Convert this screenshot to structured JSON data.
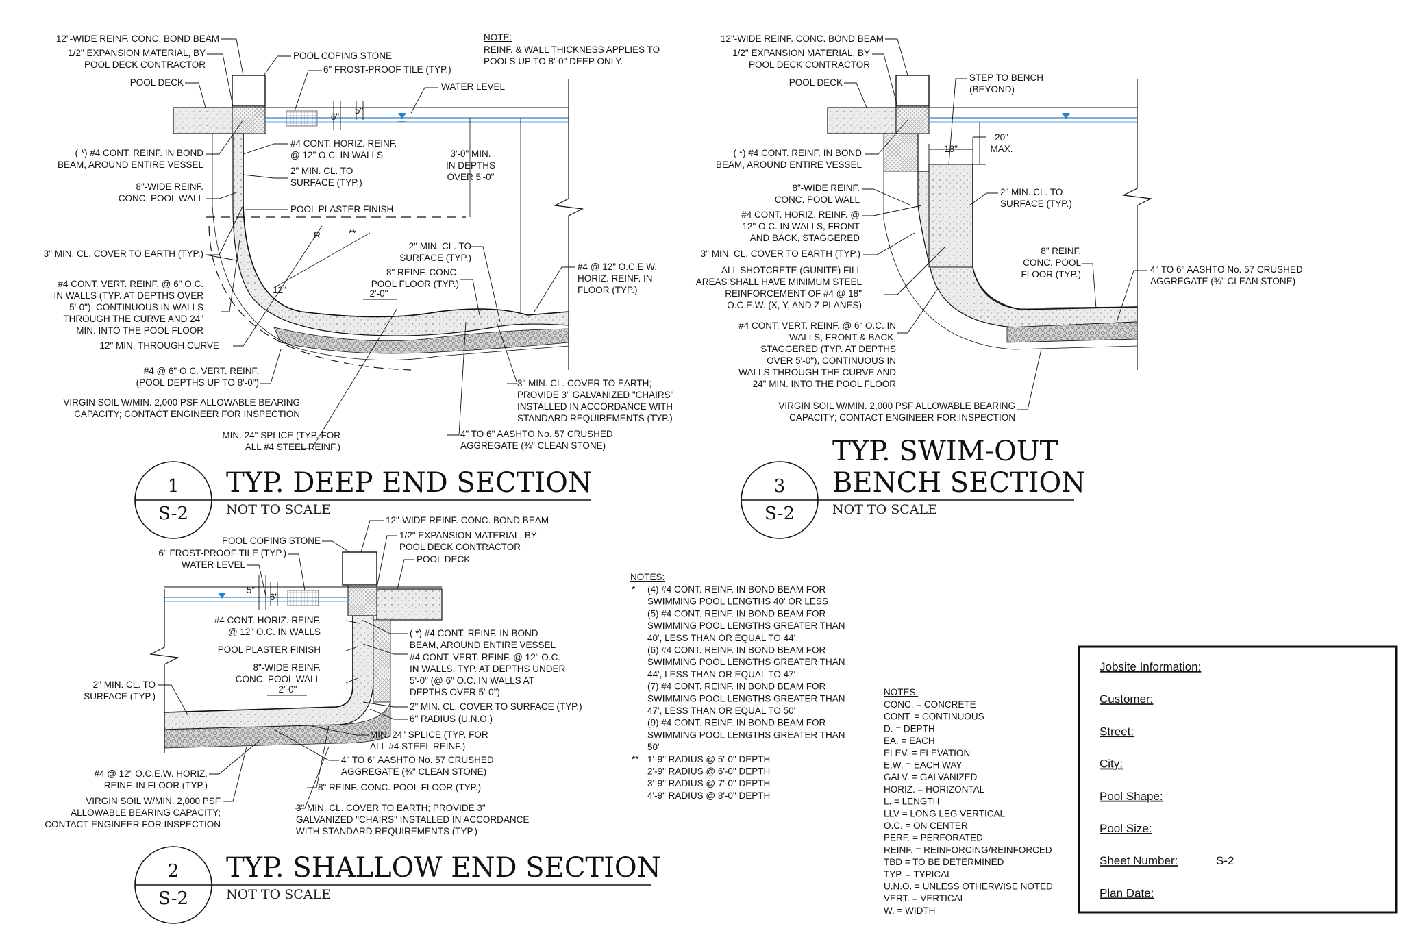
{
  "sections": {
    "deep": {
      "title": "TYP. DEEP END SECTION",
      "scale": "NOT TO SCALE",
      "detail_number": "1",
      "sheet_ref": "S-2",
      "note_heading": "NOTE:",
      "note_lines": [
        "REINF. & WALL THICKNESS APPLIES TO",
        "POOLS UP TO 8'-0\" DEEP ONLY."
      ],
      "labels": {
        "bond_beam": "12\"-WIDE REINF. CONC. BOND BEAM",
        "expansion_1": "1/2\" EXPANSION MATERIAL, BY",
        "expansion_2": "POOL DECK CONTRACTOR",
        "pool_deck": "POOL DECK",
        "coping": "POOL COPING STONE",
        "tile": "6\" FROST-PROOF TILE (TYP.)",
        "water_level": "WATER LEVEL",
        "bond_reinf_1": "(   *) #4 CONT. REINF. IN BOND",
        "bond_reinf_2": "BEAM, AROUND ENTIRE VESSEL",
        "horiz_1": "#4 CONT. HORIZ. REINF.",
        "horiz_2": "@ 12\" O.C. IN WALLS",
        "min_cl_1": "2\" MIN. CL. TO",
        "min_cl_2": "SURFACE (TYP.)",
        "depth_1": "3'-0\" MIN.",
        "depth_2": "IN DEPTHS",
        "depth_3": "OVER 5'-0\"",
        "wall_1": "8\"-WIDE REINF.",
        "wall_2": "CONC. POOL WALL",
        "plaster": "POOL PLASTER FINISH",
        "cover_earth": "3\" MIN. CL. COVER TO EARTH (TYP.)",
        "floor_min_cl_1": "2\" MIN. CL. TO",
        "floor_min_cl_2": "SURFACE (TYP.)",
        "floor_1": "8\" REINF. CONC.",
        "floor_2": "POOL FLOOR (TYP.)",
        "floor_horiz_1": "#4 @ 12\" O.C.E.W.",
        "floor_horiz_2": "HORIZ. REINF. IN",
        "floor_horiz_3": "FLOOR (TYP.)",
        "vert_1": "#4 CONT. VERT. REINF. @ 6\" O.C.",
        "vert_2": "IN WALLS (TYP. AT DEPTHS OVER",
        "vert_3": "5'-0\"), CONTINUOUS IN WALLS",
        "vert_4": "THROUGH THE CURVE AND 24\"",
        "vert_5": "MIN. INTO THE POOL FLOOR",
        "curve_min": "12\" MIN. THROUGH CURVE",
        "vert6_1": "#4 @ 6\" O.C. VERT. REINF.",
        "vert6_2": "(POOL DEPTHS UP TO 8'-0\")",
        "soil_1": "VIRGIN SOIL W/MIN. 2,000 PSF ALLOWABLE BEARING",
        "soil_2": "CAPACITY; CONTACT ENGINEER FOR INSPECTION",
        "chairs_1": "3\" MIN. CL. COVER TO EARTH;",
        "chairs_2": "PROVIDE 3\" GALVANIZED \"CHAIRS\"",
        "chairs_3": "INSTALLED IN ACCORDANCE WITH",
        "chairs_4": "STANDARD REQUIREMENTS (TYP.)",
        "aggregate_1": "4\" TO 6\" AASHTO No. 57 CRUSHED",
        "aggregate_2": "AGGREGATE (¾\" CLEAN STONE)",
        "splice_1": "MIN. 24\" SPLICE (TYP. FOR",
        "splice_2": "ALL #4 STEEL REINF.)",
        "dim_6": "6\"",
        "dim_5": "5\"",
        "dim_2ft": "2'-0\"",
        "dim_12": "12\"",
        "radius": "R",
        "radius_note": "**"
      }
    },
    "bench": {
      "title_1": "TYP. SWIM-OUT",
      "title_2": "BENCH SECTION",
      "scale": "NOT TO SCALE",
      "detail_number": "3",
      "sheet_ref": "S-2",
      "labels": {
        "bond_beam": "12\"-WIDE REINF. CONC. BOND BEAM",
        "expansion_1": "1/2\" EXPANSION MATERIAL, BY",
        "expansion_2": "POOL DECK CONTRACTOR",
        "pool_deck": "POOL DECK",
        "step_1": "STEP TO BENCH",
        "step_2": "(BEYOND)",
        "bond_reinf_1": "(   *) #4 CONT. REINF. IN BOND",
        "bond_reinf_2": "BEAM, AROUND ENTIRE VESSEL",
        "dim_18": "18\"",
        "dim_20_1": "20\"",
        "dim_20_2": "MAX.",
        "wall_1": "8\"-WIDE REINF.",
        "wall_2": "CONC. POOL WALL",
        "min_cl_1": "2\" MIN. CL. TO",
        "min_cl_2": "SURFACE (TYP.)",
        "horiz_1": "#4 CONT. HORIZ. REINF. @",
        "horiz_2": "12\" O.C. IN WALLS, FRONT",
        "horiz_3": "AND BACK, STAGGERED",
        "cover_earth": "3\" MIN. CL. COVER TO EARTH (TYP.)",
        "floor_1": "8\" REINF.",
        "floor_2": "CONC. POOL",
        "floor_3": "FLOOR (TYP.)",
        "aggregate_1": "4\" TO 6\" AASHTO No. 57 CRUSHED",
        "aggregate_2": "AGGREGATE (¾\" CLEAN STONE)",
        "shotcrete_1": "ALL SHOTCRETE (GUNITE) FILL",
        "shotcrete_2": "AREAS SHALL HAVE MINIMUM STEEL",
        "shotcrete_3": "REINFORCEMENT OF #4 @ 18\"",
        "shotcrete_4": "O.C.E.W. (X, Y, AND Z PLANES)",
        "vert_1": "#4 CONT. VERT. REINF. @ 6\" O.C. IN",
        "vert_2": "WALLS, FRONT & BACK,",
        "vert_3": "STAGGERED (TYP. AT DEPTHS",
        "vert_4": "OVER 5'-0\"), CONTINUOUS IN",
        "vert_5": "WALLS THROUGH THE CURVE AND",
        "vert_6": "24\" MIN. INTO THE POOL FLOOR",
        "soil_1": "VIRGIN SOIL W/MIN. 2,000 PSF ALLOWABLE BEARING",
        "soil_2": "CAPACITY; CONTACT ENGINEER FOR INSPECTION"
      }
    },
    "shallow": {
      "title": "TYP. SHALLOW END SECTION",
      "scale": "NOT TO SCALE",
      "detail_number": "2",
      "sheet_ref": "S-2",
      "labels": {
        "bond_beam": "12\"-WIDE REINF. CONC. BOND BEAM",
        "coping": "POOL COPING STONE",
        "expansion_1": "1/2\" EXPANSION MATERIAL, BY",
        "expansion_2": "POOL DECK CONTRACTOR",
        "tile": "6\" FROST-PROOF TILE (TYP.)",
        "water_level": "WATER LEVEL",
        "pool_deck": "POOL DECK",
        "dim_5": "5\"",
        "dim_6": "6\"",
        "horiz_1": "#4 CONT. HORIZ. REINF.",
        "horiz_2": "@ 12\" O.C. IN WALLS",
        "bond_reinf_1": "(   *) #4 CONT. REINF. IN BOND",
        "bond_reinf_2": "BEAM, AROUND ENTIRE VESSEL",
        "plaster": "POOL PLASTER FINISH",
        "vert_1": "#4 CONT. VERT. REINF. @ 12\" O.C.",
        "vert_2": "IN WALLS, TYP. AT DEPTHS UNDER",
        "vert_3": "5'-0\" (@ 6\" O.C. IN WALLS AT",
        "vert_4": "DEPTHS OVER 5'-0\")",
        "wall_1": "8\"-WIDE REINF.",
        "wall_2": "CONC. POOL WALL",
        "min_cl_left_1": "2\" MIN. CL. TO",
        "min_cl_left_2": "SURFACE (TYP.)",
        "dim_2ft": "2'-0\"",
        "min_cl_right": "2\" MIN. CL. COVER TO SURFACE (TYP.)",
        "radius": "6\" RADIUS (U.N.O.)",
        "splice_1": "MIN. 24\" SPLICE (TYP. FOR",
        "splice_2": "ALL #4 STEEL REINF.)",
        "floor_horiz_1": "#4 @ 12\" O.C.E.W. HORIZ.",
        "floor_horiz_2": "REINF. IN FLOOR (TYP.)",
        "aggregate_1": "4\" TO 6\" AASHTO No. 57 CRUSHED",
        "aggregate_2": "AGGREGATE (¾\" CLEAN STONE)",
        "floor": "8\" REINF. CONC. POOL FLOOR (TYP.)",
        "soil_1": "VIRGIN SOIL W/MIN. 2,000 PSF",
        "soil_2": "ALLOWABLE BEARING CAPACITY;",
        "soil_3": "CONTACT ENGINEER FOR INSPECTION",
        "chairs_1": "3\" MIN. CL. COVER TO EARTH; PROVIDE 3\"",
        "chairs_2": "GALVANIZED \"CHAIRS\" INSTALLED IN ACCORDANCE",
        "chairs_3": "WITH STANDARD REQUIREMENTS (TYP.)"
      }
    }
  },
  "notes_reinf": {
    "heading": "NOTES:",
    "lines": [
      {
        "mark": "*",
        "text": "(4) #4 CONT. REINF. IN BOND BEAM FOR"
      },
      {
        "mark": "",
        "text": "SWIMMING POOL LENGTHS 40' OR LESS"
      },
      {
        "mark": "",
        "text": "(5) #4 CONT. REINF. IN BOND BEAM FOR"
      },
      {
        "mark": "",
        "text": "SWIMMING POOL LENGTHS GREATER THAN"
      },
      {
        "mark": "",
        "text": "40', LESS THAN OR EQUAL TO 44'"
      },
      {
        "mark": "",
        "text": "(6) #4 CONT. REINF. IN BOND BEAM FOR"
      },
      {
        "mark": "",
        "text": "SWIMMING POOL LENGTHS GREATER THAN"
      },
      {
        "mark": "",
        "text": "44', LESS THAN OR EQUAL TO 47'"
      },
      {
        "mark": "",
        "text": "(7) #4 CONT. REINF. IN BOND BEAM FOR"
      },
      {
        "mark": "",
        "text": "SWIMMING POOL LENGTHS GREATER THAN"
      },
      {
        "mark": "",
        "text": "47', LESS THAN OR EQUAL TO 50'"
      },
      {
        "mark": "",
        "text": "(9) #4 CONT. REINF. IN BOND BEAM FOR"
      },
      {
        "mark": "",
        "text": "SWIMMING POOL LENGTHS GREATER THAN"
      },
      {
        "mark": "",
        "text": "50'"
      },
      {
        "mark": "**",
        "text": "1'-9\" RADIUS @ 5'-0\" DEPTH"
      },
      {
        "mark": "",
        "text": "2'-9\" RADIUS @ 6'-0\" DEPTH"
      },
      {
        "mark": "",
        "text": "3'-9\" RADIUS @ 7'-0\" DEPTH"
      },
      {
        "mark": "",
        "text": "4'-9\" RADIUS @ 8'-0\" DEPTH"
      }
    ]
  },
  "notes_abbrev": {
    "heading": "NOTES:",
    "lines": [
      "CONC. = CONCRETE",
      "CONT. = CONTINUOUS",
      "D. = DEPTH",
      "EA. = EACH",
      "ELEV. = ELEVATION",
      "E.W. = EACH WAY",
      "GALV. = GALVANIZED",
      "HORIZ. = HORIZONTAL",
      "L. = LENGTH",
      "LLV = LONG LEG VERTICAL",
      "O.C. = ON CENTER",
      "PERF. = PERFORATED",
      "REINF. = REINFORCING/REINFORCED",
      "TBD = TO BE DETERMINED",
      "TYP. = TYPICAL",
      "U.N.O. = UNLESS OTHERWISE NOTED",
      "VERT. = VERTICAL",
      "W. = WIDTH"
    ]
  },
  "jobsite": {
    "fields": [
      {
        "label": "Jobsite Information:",
        "value": ""
      },
      {
        "label": "Customer:",
        "value": ""
      },
      {
        "label": "Street:",
        "value": ""
      },
      {
        "label": "City:",
        "value": ""
      },
      {
        "label": "Pool Shape:",
        "value": ""
      },
      {
        "label": "Pool Size:",
        "value": ""
      },
      {
        "label": "Sheet Number:",
        "value": "S-2"
      },
      {
        "label": "Plan Date:",
        "value": ""
      }
    ]
  },
  "colors": {
    "line": "#111111",
    "water": "#2a7fc9",
    "concrete_fill": "#e6e6e6",
    "gravel_fill": "#cfcfcf"
  }
}
